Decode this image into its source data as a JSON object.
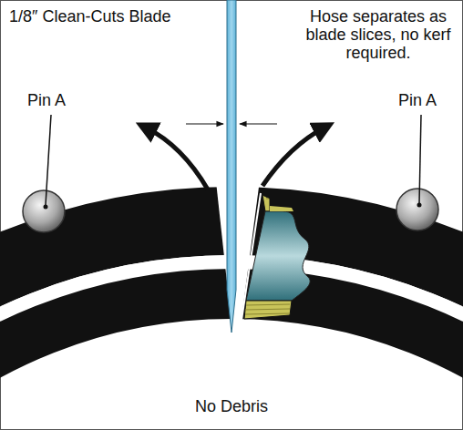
{
  "diagram": {
    "labels": [
      "1/8″ Clean-Cuts Blade",
      "Hose separates as blade slices, no kerf required.",
      "Pin A",
      "Pin A",
      "No Debris"
    ]
  }
}
